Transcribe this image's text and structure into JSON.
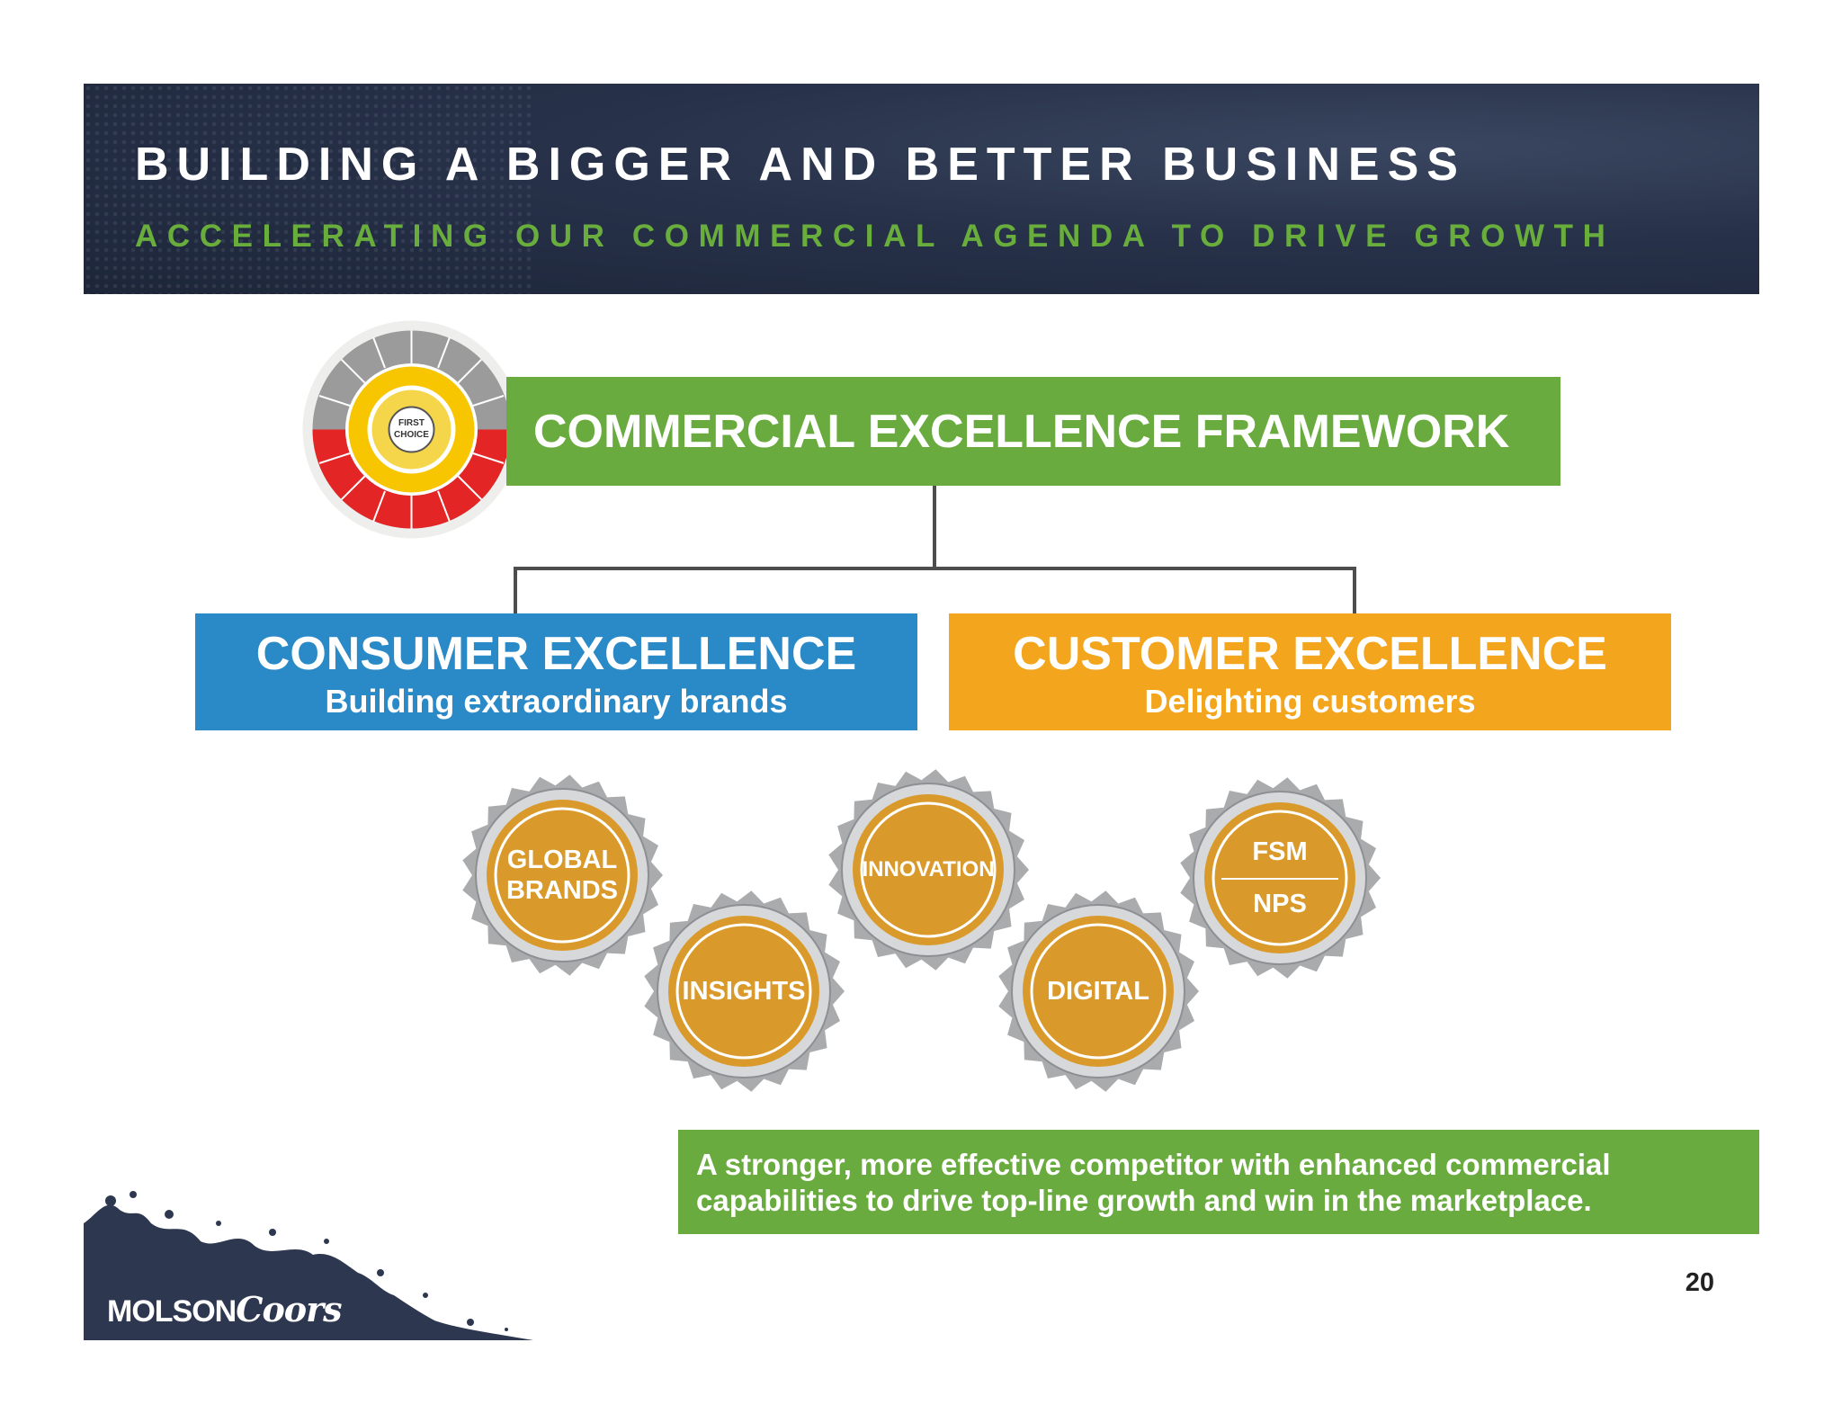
{
  "header": {
    "title": "BUILDING A BIGGER AND BETTER BUSINESS",
    "subtitle": "ACCELERATING OUR COMMERCIAL AGENDA TO DRIVE GROWTH"
  },
  "framework": {
    "title": "COMMERCIAL EXCELLENCE FRAMEWORK",
    "wheel_center": [
      "FIRST",
      "CHOICE"
    ]
  },
  "pillars": [
    {
      "title": "CONSUMER EXCELLENCE",
      "subtitle": "Building extraordinary brands",
      "color": "#2a8ac8"
    },
    {
      "title": "CUSTOMER EXCELLENCE",
      "subtitle": "Delighting customers",
      "color": "#f2a51d"
    }
  ],
  "caps": [
    {
      "lines": [
        "GLOBAL",
        "BRANDS"
      ]
    },
    {
      "lines": [
        "INSIGHTS"
      ]
    },
    {
      "lines": [
        "INNOVATION"
      ]
    },
    {
      "lines": [
        "DIGITAL"
      ]
    },
    {
      "lines": [
        "FSM",
        "NPS"
      ]
    }
  ],
  "summary": "A stronger, more effective competitor with enhanced commercial capabilities to drive top-line growth and win in the marketplace.",
  "logo": {
    "brand": "MOLSON",
    "script": "Coors"
  },
  "page_number": "20",
  "colors": {
    "header_bg": "#273149",
    "accent_green": "#69ab3e",
    "consumer_blue": "#2a8ac8",
    "customer_orange": "#f2a51d",
    "cap_gold": "#d99a2b",
    "wheel_red": "#e32526",
    "wheel_yellow": "#f7c600",
    "wheel_gray": "#9b9b9b"
  }
}
